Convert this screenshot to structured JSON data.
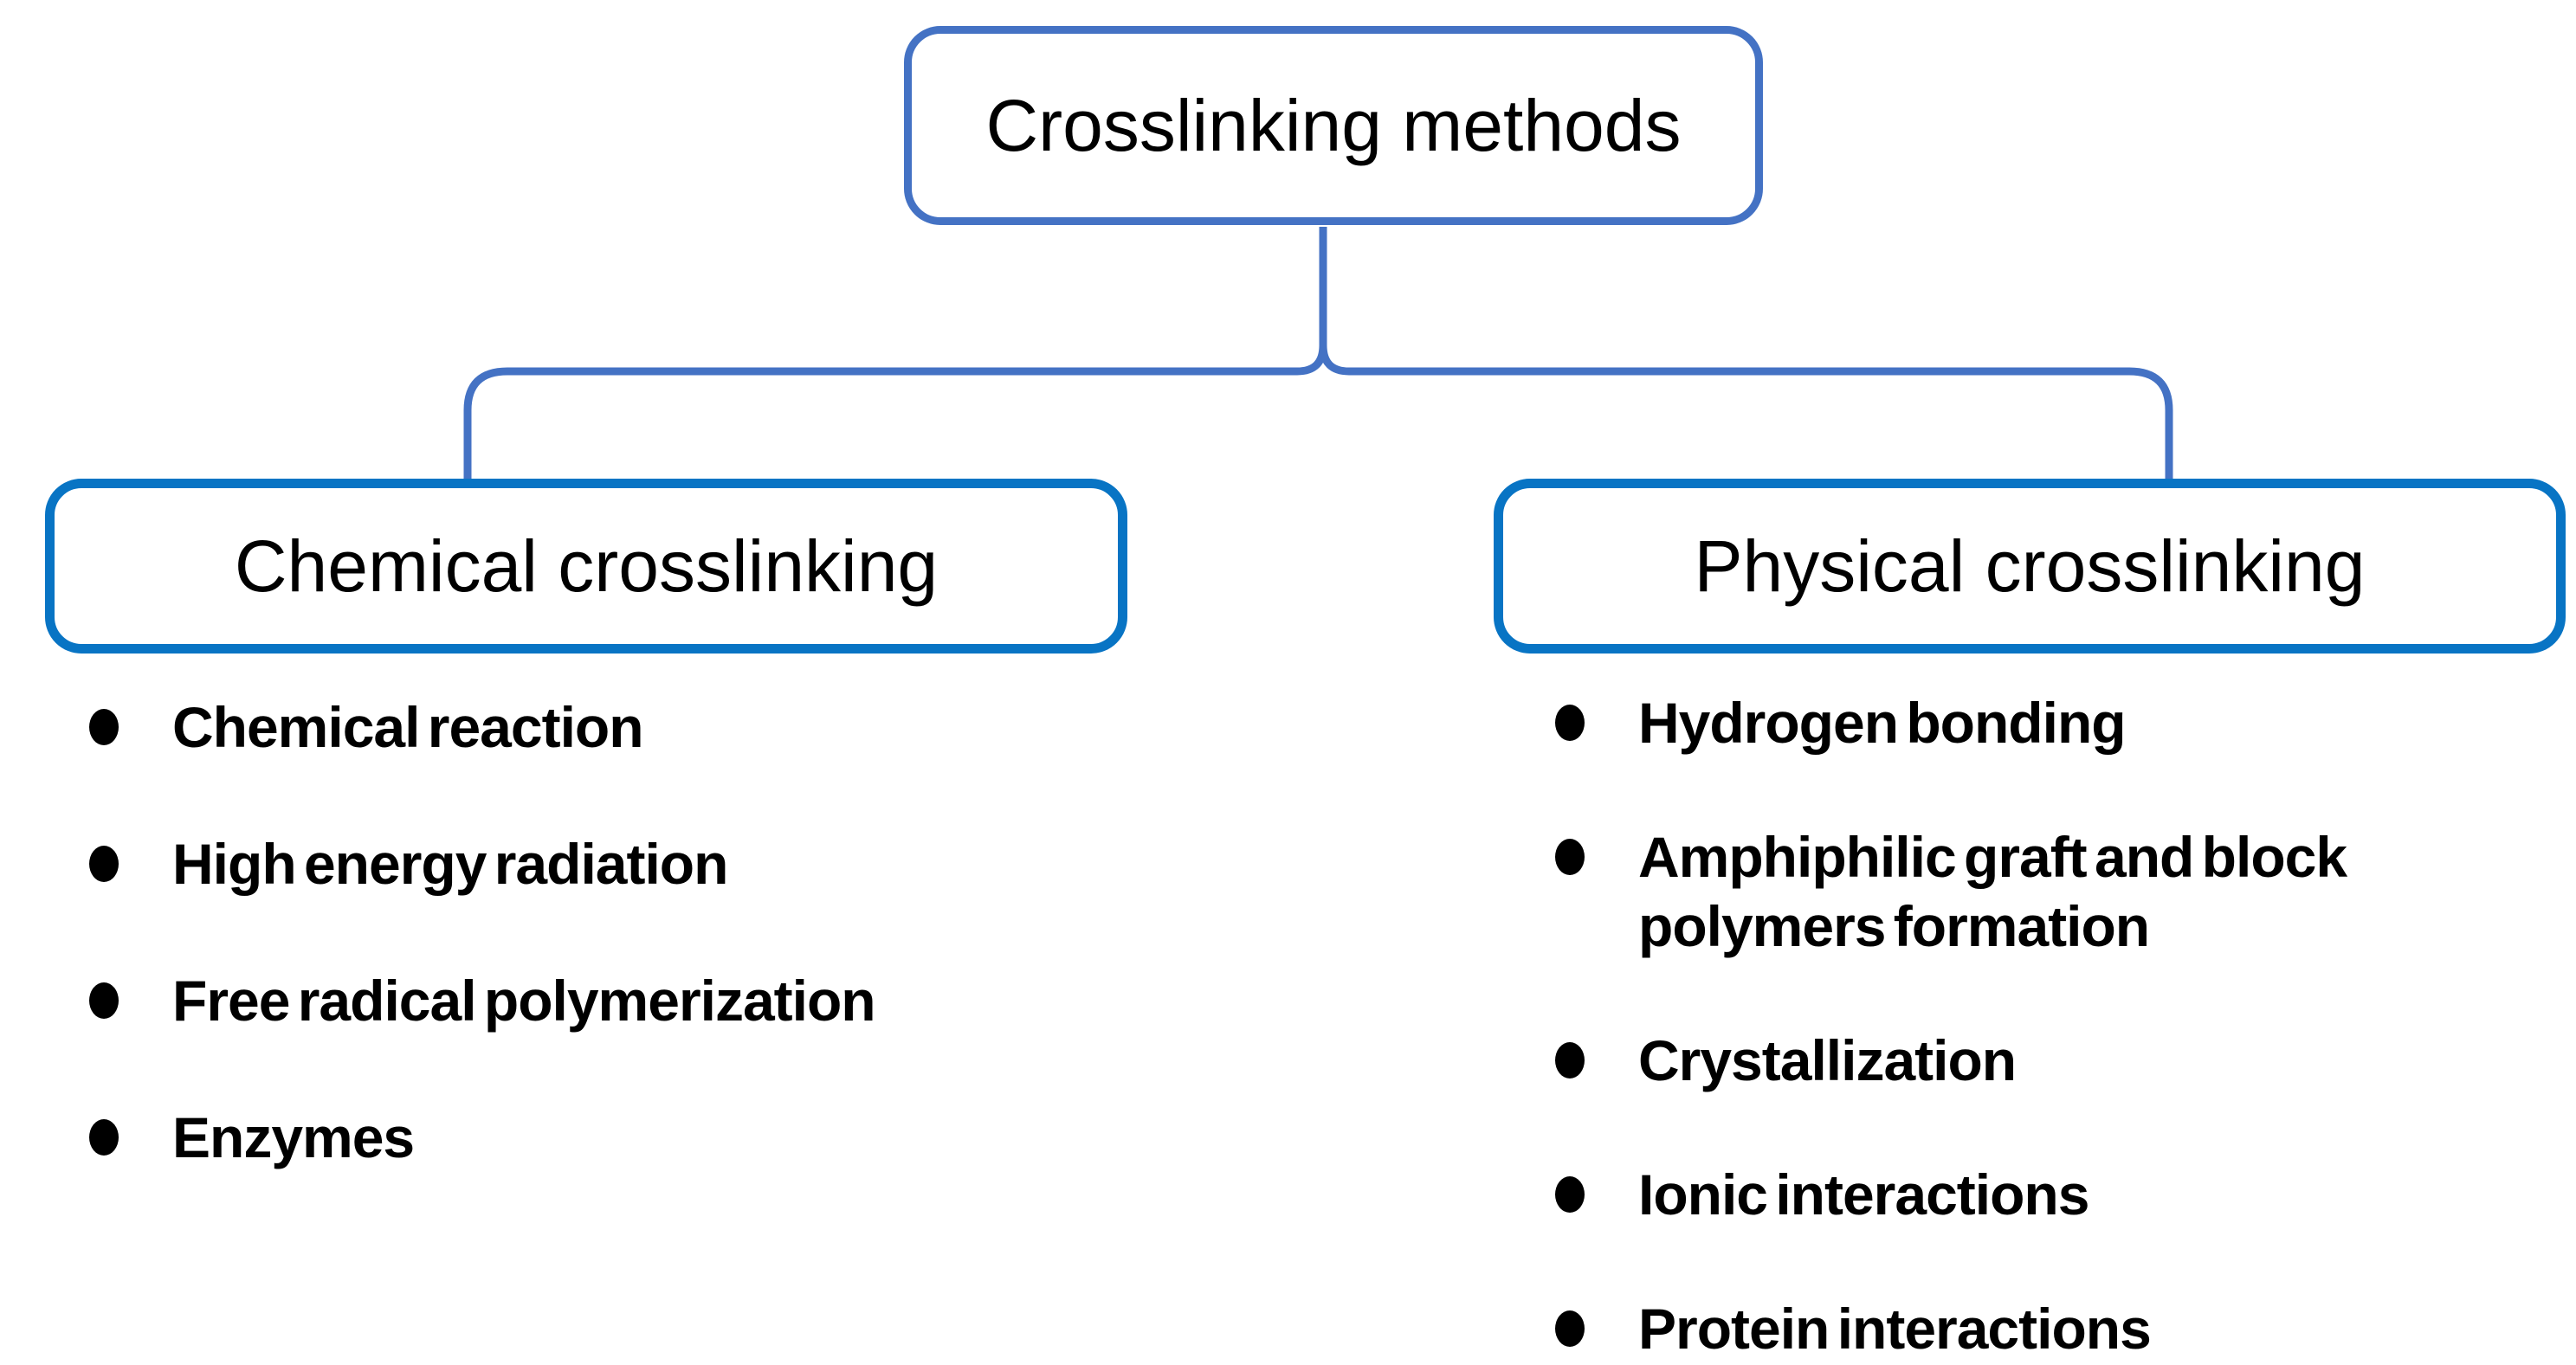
{
  "root": {
    "title": "Crosslinking methods"
  },
  "branches": [
    {
      "title": "Chemical crosslinking",
      "items": [
        "Chemical reaction",
        "High energy radiation",
        "Free radical polymerization",
        "Enzymes"
      ]
    },
    {
      "title": "Physical crosslinking",
      "items": [
        "Hydrogen bonding",
        "Amphiphilic graft and block polymers formation",
        "Crystallization",
        "Ionic interactions",
        "Protein interactions"
      ]
    }
  ],
  "icons": {
    "bullet_icon": "filled-black-ellipse"
  },
  "colors": {
    "root_border": "#4472C4",
    "connector": "#4472C4",
    "branch_border": "#0874C4",
    "text": "#000000",
    "background": "#FFFFFF"
  }
}
